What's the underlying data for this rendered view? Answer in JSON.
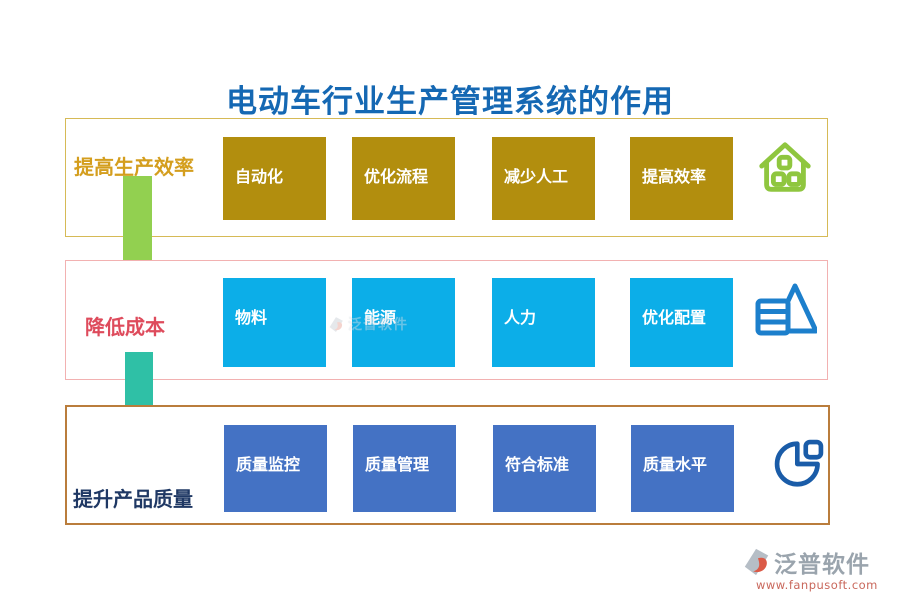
{
  "title": "电动车行业生产管理系统的作用",
  "rows": [
    {
      "label": "提高生产效率",
      "items": [
        "自动化",
        "优化流程",
        "减少人工",
        "提高效率"
      ],
      "icon": "factory-house-icon",
      "colors": {
        "box": "#b28e0e",
        "label": "#d49e1e",
        "border": "#d6ba56",
        "icon": "#8fc63f",
        "box_text": "#ffffff"
      }
    },
    {
      "label": "降低成本",
      "items": [
        "物料",
        "能源",
        "人力",
        "优化配置"
      ],
      "icon": "pyramid-layers-icon",
      "colors": {
        "box": "#0caee8",
        "label": "#de4b5c",
        "border": "#f2b1b1",
        "icon": "#1c7fcc",
        "box_text": "#ffffff"
      }
    },
    {
      "label": "提升产品质量",
      "items": [
        "质量监控",
        "质量管理",
        "符合标准",
        "质量水平"
      ],
      "icon": "pie-chart-icon",
      "colors": {
        "box": "#4472c4",
        "label": "#1f3864",
        "border": "#ba7d3c",
        "icon": "#1a5ca8",
        "box_text": "#ffffff"
      }
    }
  ],
  "arrows": [
    {
      "name": "arrow-efficiency-to-cost",
      "color": "#92d050"
    },
    {
      "name": "arrow-cost-to-quality",
      "color": "#2fc0a6"
    }
  ],
  "title_color": "#1568b3",
  "watermark": {
    "text": "泛普软件"
  },
  "footer": {
    "brand": "泛普软件",
    "url": "www.fanpusoft.com"
  }
}
